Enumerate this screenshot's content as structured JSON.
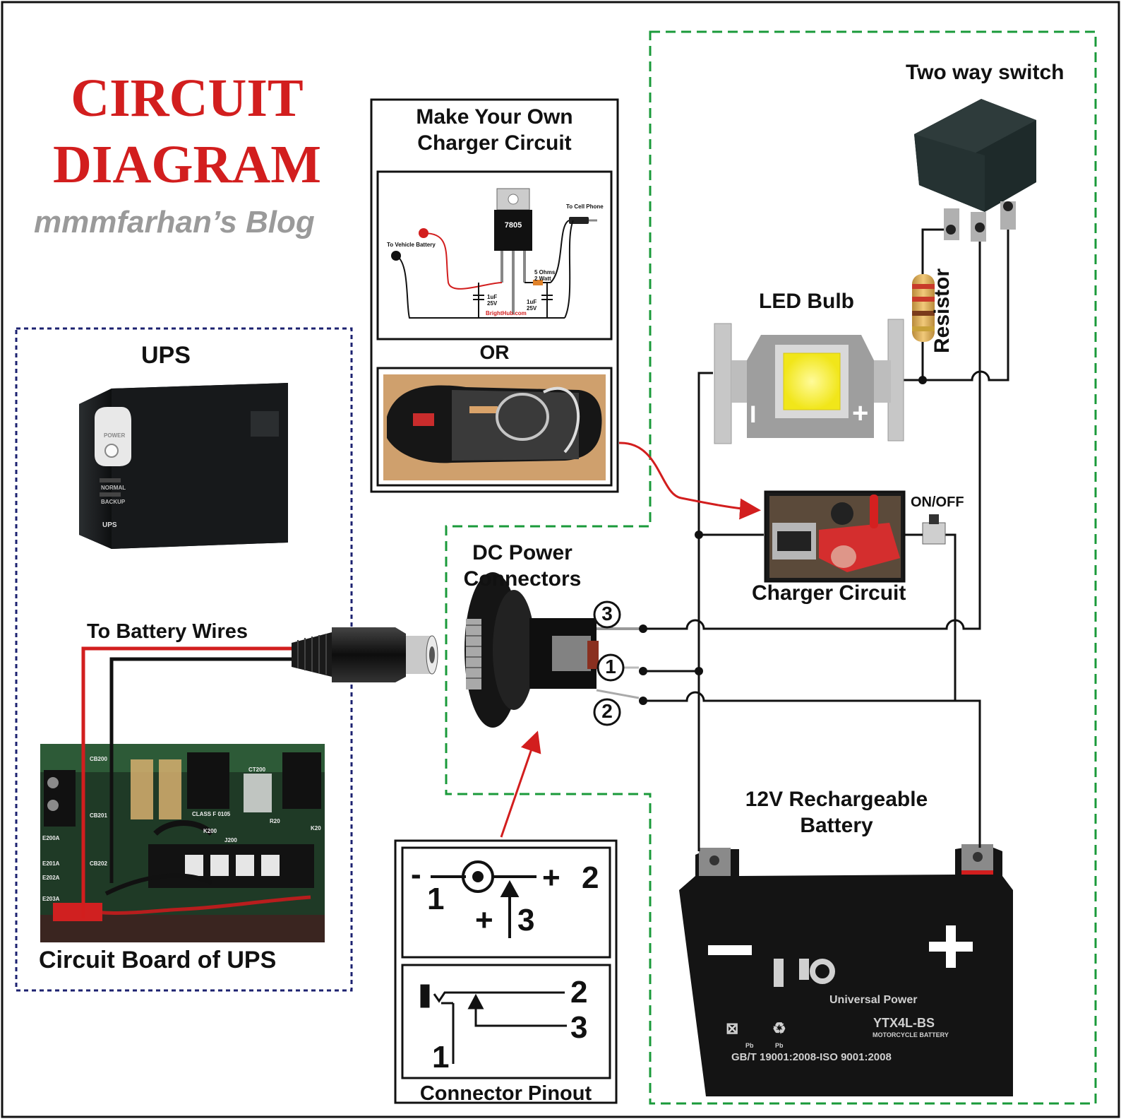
{
  "header": {
    "title_line1": "CIRCUIT",
    "title_line2": "DIAGRAM",
    "subtitle": "mmmfarhan’s Blog"
  },
  "ups": {
    "label": "UPS",
    "board_label": "Circuit Board of UPS",
    "battery_wires_label": "To Battery Wires",
    "panel_text": [
      "POWER",
      "NORMAL",
      "BACKUP",
      "UPS"
    ],
    "board_text": [
      "CB200",
      "CB201",
      "CB202",
      "E200A",
      "E201A",
      "E202A",
      "E203A",
      "CT200",
      "K200",
      "J200",
      "R20",
      "K20",
      "CLASS F 0105"
    ]
  },
  "charger_box": {
    "title_line1": "Make Your Own",
    "title_line2": "Charger Circuit",
    "regulator": "7805",
    "to_vehicle": "To Vehicle Battery",
    "to_phone": "To Cell Phone",
    "cap1": [
      "1uF",
      "25V"
    ],
    "cap2": [
      "1uF",
      "25V"
    ],
    "resistor": [
      "5 Ohms",
      "2 Watt"
    ],
    "credit": "BrightHub.com",
    "or_label": "OR"
  },
  "dc_power": {
    "label_line1": "DC Power",
    "label_line2": "Connectors",
    "pins": [
      "3",
      "1",
      "2"
    ]
  },
  "right": {
    "switch_label": "Two way switch",
    "led_label": "LED Bulb",
    "led_minus": "I",
    "led_plus": "+",
    "resistor_label": "Resistor",
    "onoff_label": "ON/OFF",
    "charger_label": "Charger Circuit",
    "battery_line1": "12V Rechargeable",
    "battery_line2": "Battery",
    "battery_minus": "−",
    "battery_plus": "+",
    "battery_brand": "Universal Power",
    "battery_model": "YTX4L-BS",
    "battery_type": "MOTORCYCLE BATTERY",
    "battery_std": "GB/T 19001:2008-ISO 9001:2008",
    "battery_pb": [
      "Pb",
      "Pb"
    ]
  },
  "pinout": {
    "top": {
      "minus": "-",
      "one": "1",
      "plus_right": "+",
      "two": "2",
      "plus_bottom": "+",
      "three": "3"
    },
    "bottom": {
      "two": "2",
      "three": "3",
      "one": "1"
    },
    "label": "Connector Pinout"
  },
  "colors": {
    "title_red": "#d21e1e",
    "wire_red": "#d21e1e",
    "green_dash": "#1a9a3a",
    "navy_dash": "#1c2270",
    "wire_black": "#111111"
  }
}
